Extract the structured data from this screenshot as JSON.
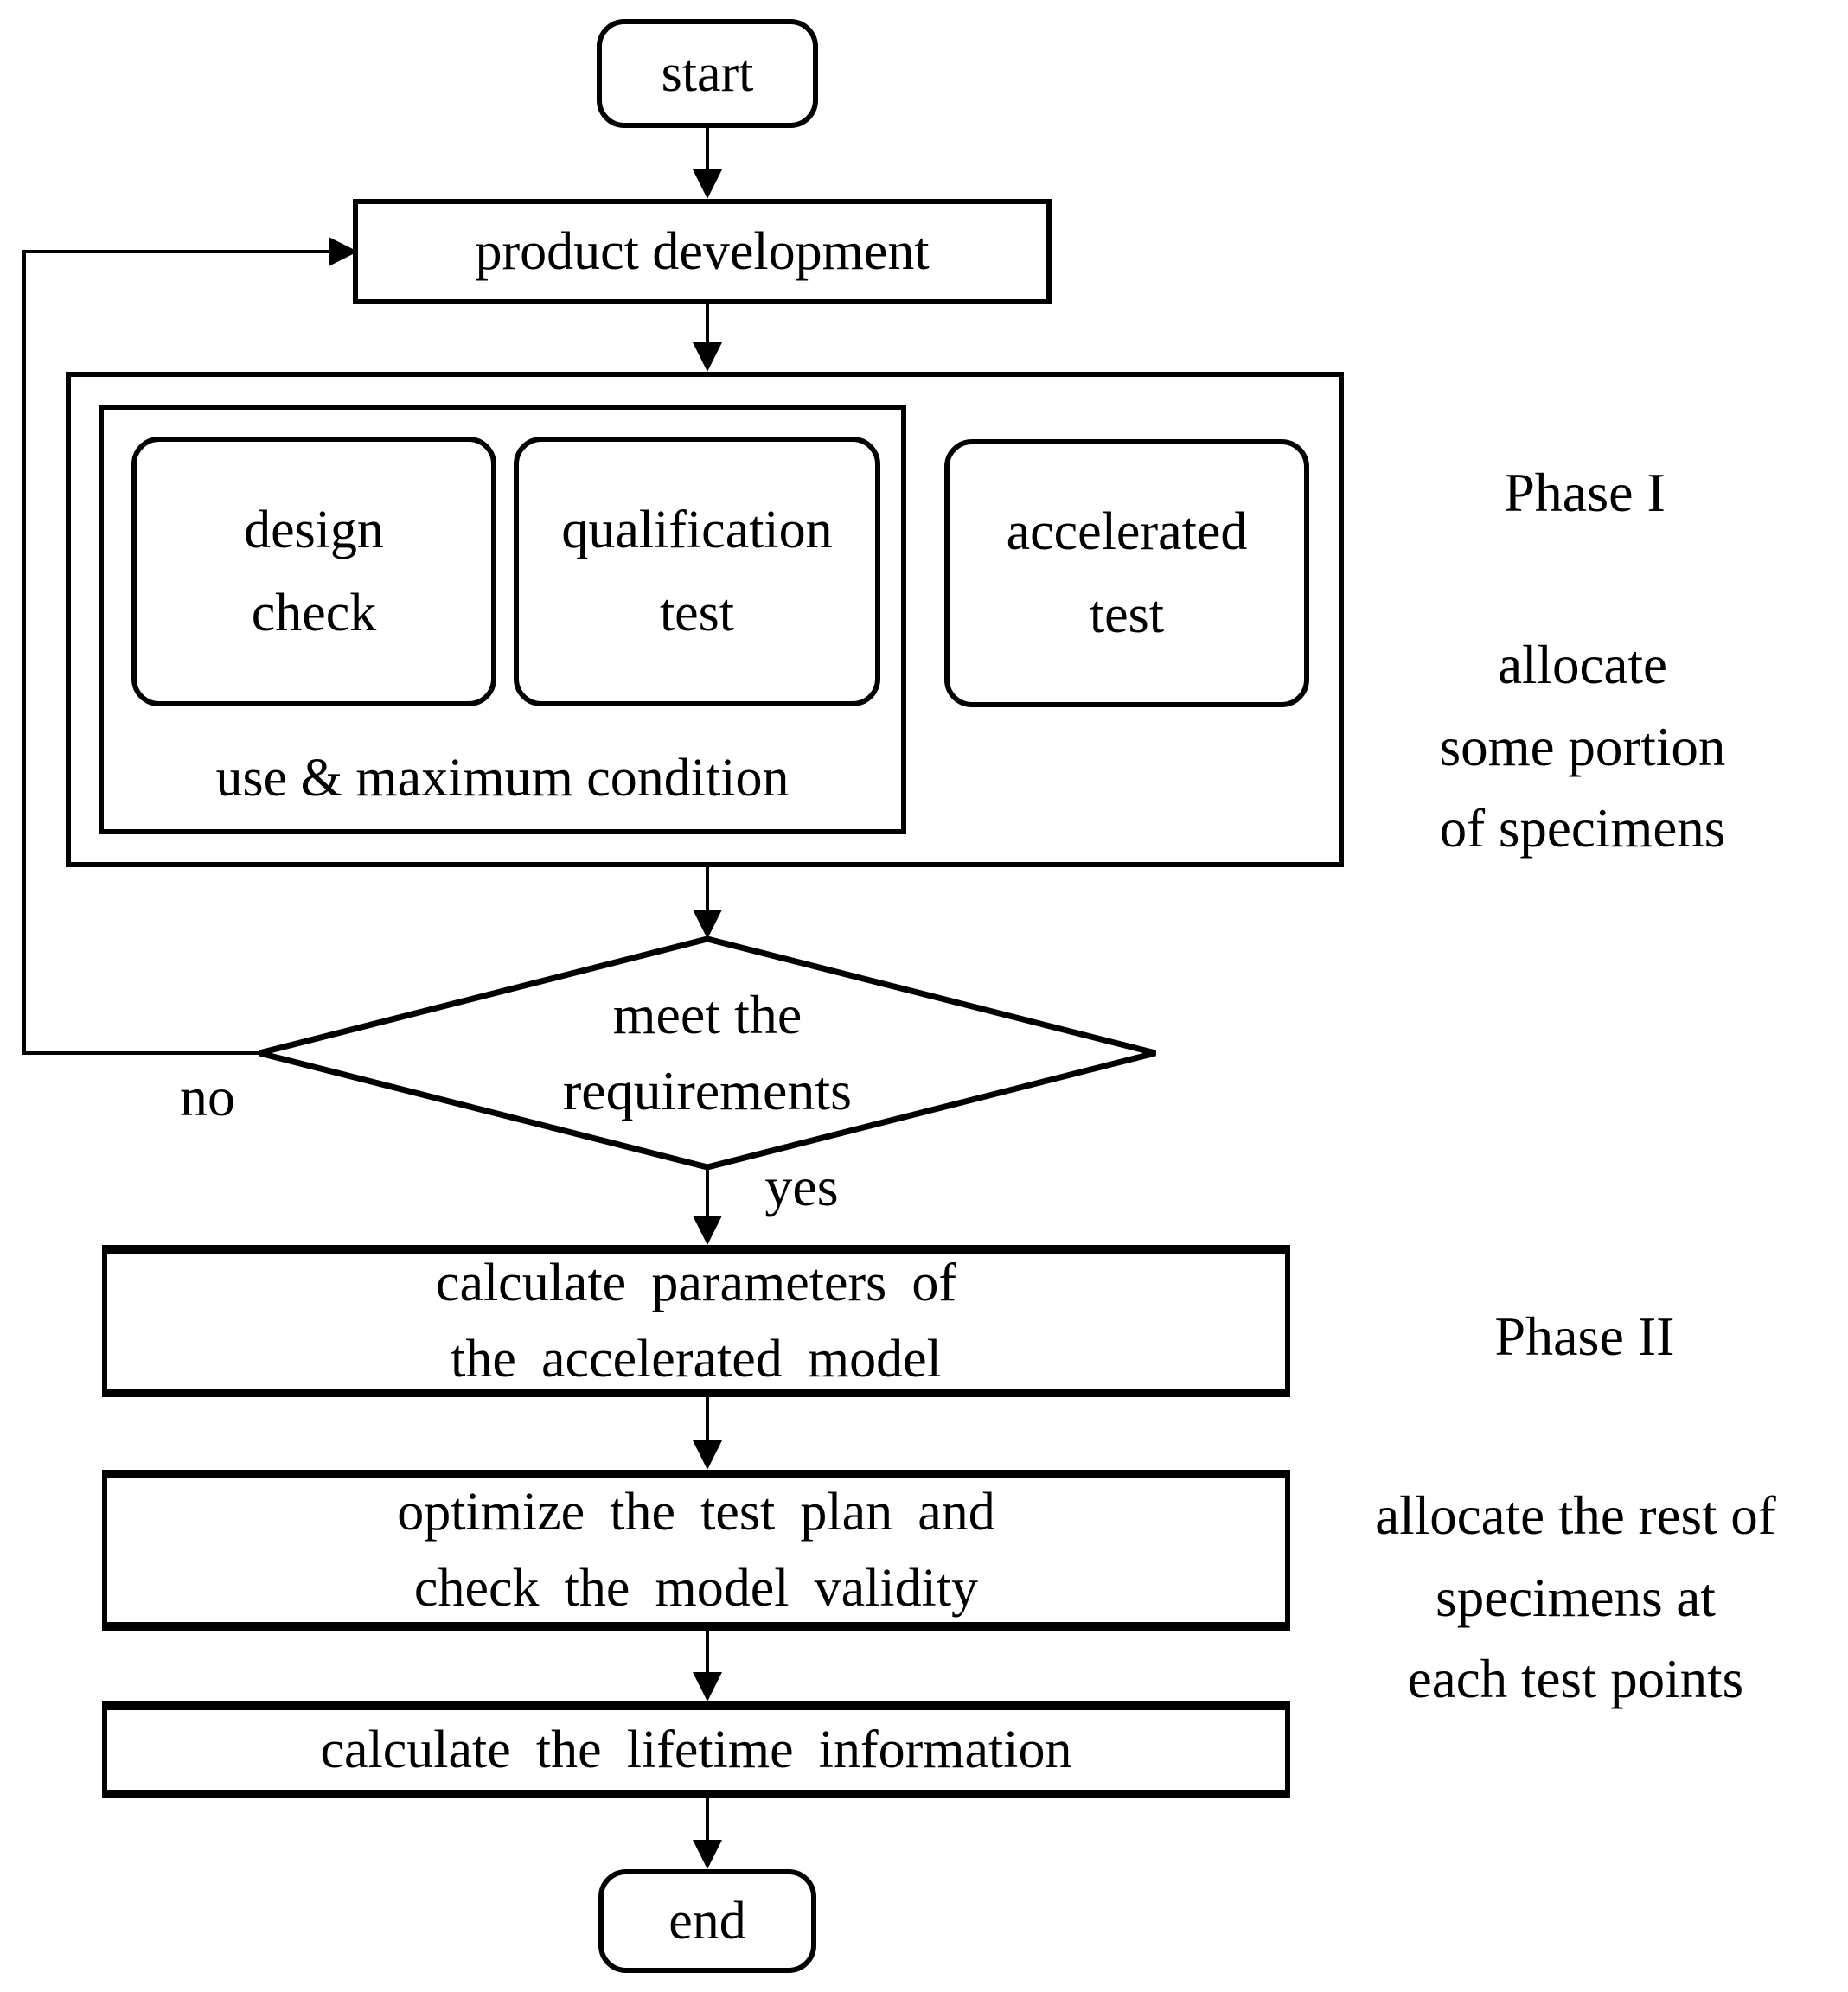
{
  "colors": {
    "ink": "#000000",
    "paper": "#ffffff"
  },
  "flowchart": {
    "nodes": {
      "start": "start",
      "product_development": "product development",
      "design_check": "design\ncheck",
      "qualification_test": "qualification\ntest",
      "accelerated_test": "accelerated\ntest",
      "use_condition": "use & maximum condition",
      "decision": "meet the\nrequirements",
      "calc_params": "calculate parameters of\nthe accelerated model",
      "optimize_plan": "optimize the test plan and\ncheck the model validity",
      "lifetime": "calculate the lifetime information",
      "end": "end"
    },
    "branches": {
      "no": "no",
      "yes": "yes"
    },
    "annotations": {
      "phase1_title": "Phase I",
      "phase1_note": "allocate\nsome portion\nof specimens",
      "phase2_title": "Phase II",
      "phase2_note": "allocate the rest of\nspecimens at\neach test points"
    },
    "edges": [
      {
        "from": "start",
        "to": "product_development",
        "label": ""
      },
      {
        "from": "product_development",
        "to": "phase1_group",
        "label": ""
      },
      {
        "from": "phase1_group",
        "to": "decision",
        "label": ""
      },
      {
        "from": "decision",
        "to": "product_development",
        "label": "no"
      },
      {
        "from": "decision",
        "to": "calc_params",
        "label": "yes"
      },
      {
        "from": "calc_params",
        "to": "optimize_plan",
        "label": ""
      },
      {
        "from": "optimize_plan",
        "to": "lifetime",
        "label": ""
      },
      {
        "from": "lifetime",
        "to": "end",
        "label": ""
      }
    ]
  }
}
